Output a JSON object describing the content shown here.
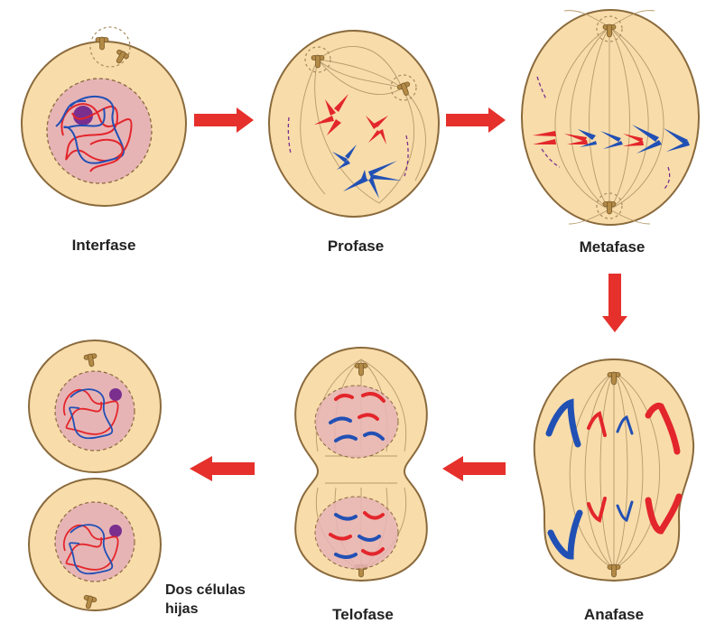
{
  "stages": {
    "interfase": "Interfase",
    "profase": "Profase",
    "metafase": "Metafase",
    "anafase": "Anafase",
    "telofase": "Telofase",
    "daughters_line1": "Dos células",
    "daughters_line2": "hijas"
  },
  "colors": {
    "cell_fill": "#f8dcaa",
    "cell_stroke": "#8a6a3c",
    "nucleus_fill": "#e7b4b6",
    "chromosome_red": "#e3262b",
    "chromosome_blue": "#2150b5",
    "nucleolus": "#7a2f8f",
    "arrow": "#e5302b",
    "centriole": "#b38a46",
    "spindle": "#b89a6b"
  },
  "icons": {
    "arrow": "right-arrow-icon",
    "centriole": "centriole-icon"
  }
}
